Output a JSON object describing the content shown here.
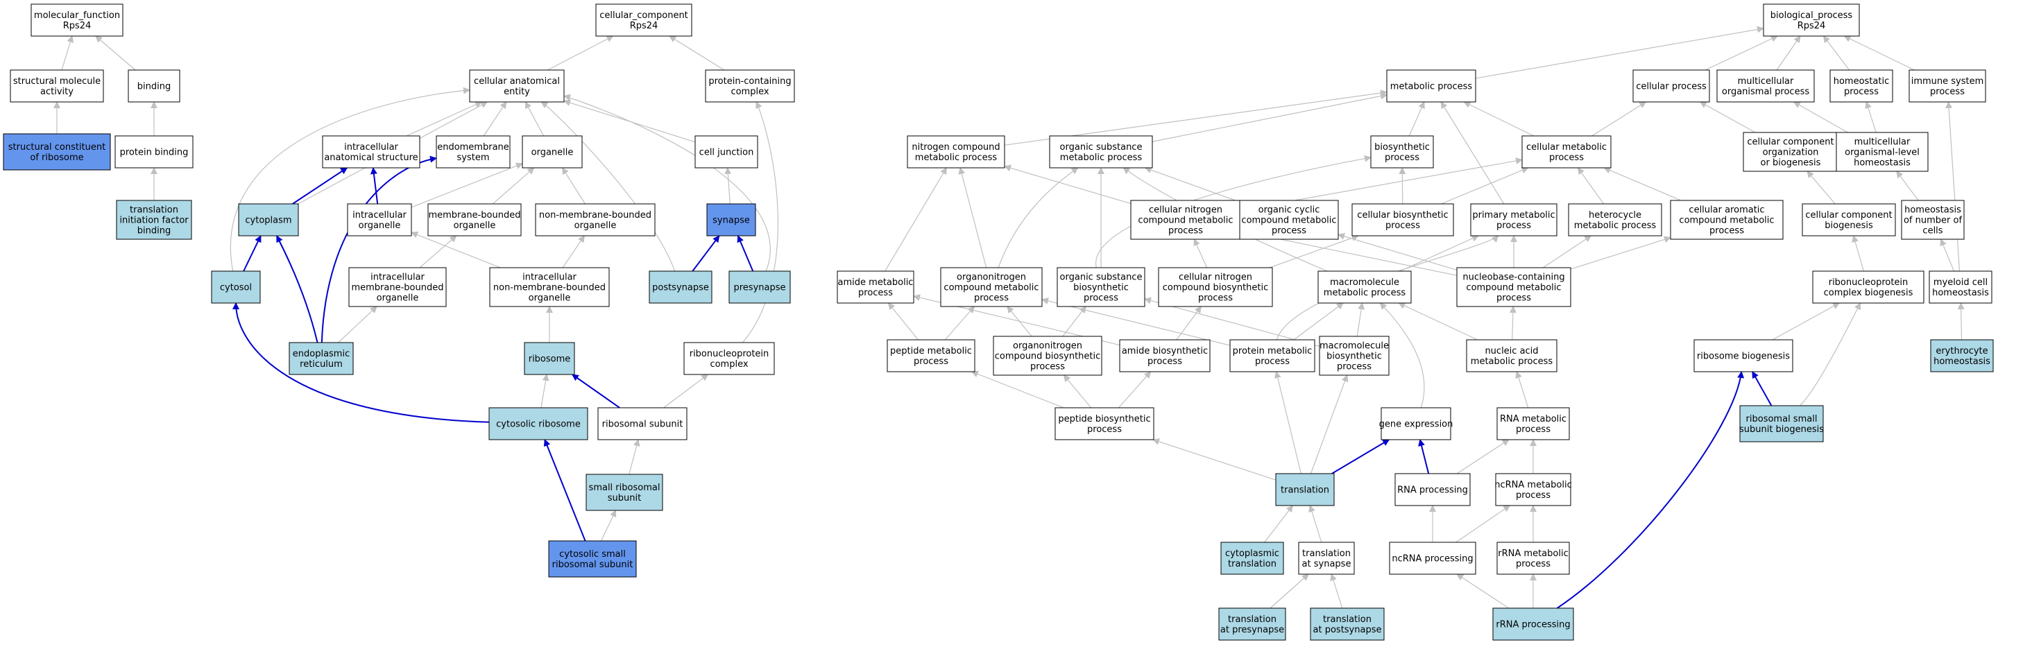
{
  "colors": {
    "node_default": "#ffffff",
    "node_light": "#add8e6",
    "node_dark": "#6495ed",
    "edge_gray": "#c0c0c0",
    "edge_blue": "#0000cd",
    "border": "#000000"
  },
  "nodes": [
    {
      "id": "mf",
      "label": "molecular_function\nRps24",
      "fill": "white"
    },
    {
      "id": "sma",
      "label": "structural molecule\nactivity",
      "fill": "white"
    },
    {
      "id": "binding",
      "label": "binding",
      "fill": "white"
    },
    {
      "id": "scr",
      "label": "structural constituent\nof ribosome",
      "fill": "dark"
    },
    {
      "id": "pb",
      "label": "protein binding",
      "fill": "white"
    },
    {
      "id": "tifb",
      "label": "translation\ninitiation factor\nbinding",
      "fill": "light"
    },
    {
      "id": "cc",
      "label": "cellular_component\nRps24",
      "fill": "white"
    },
    {
      "id": "cae",
      "label": "cellular anatomical\nentity",
      "fill": "white"
    },
    {
      "id": "pcc",
      "label": "protein-containing\ncomplex",
      "fill": "white"
    },
    {
      "id": "ias",
      "label": "intracellular\nanatomical structure",
      "fill": "white"
    },
    {
      "id": "es",
      "label": "endomembrane\nsystem",
      "fill": "white"
    },
    {
      "id": "org",
      "label": "organelle",
      "fill": "white"
    },
    {
      "id": "cj",
      "label": "cell junction",
      "fill": "white"
    },
    {
      "id": "cyto",
      "label": "cytoplasm",
      "fill": "light"
    },
    {
      "id": "io",
      "label": "intracellular\norganelle",
      "fill": "white"
    },
    {
      "id": "mbo",
      "label": "membrane-bounded\norganelle",
      "fill": "white"
    },
    {
      "id": "nmbo",
      "label": "non-membrane-bounded\norganelle",
      "fill": "white"
    },
    {
      "id": "syn",
      "label": "synapse",
      "fill": "dark"
    },
    {
      "id": "cytosol",
      "label": "cytosol",
      "fill": "light"
    },
    {
      "id": "imbo",
      "label": "intracellular\nmembrane-bounded\norganelle",
      "fill": "white"
    },
    {
      "id": "inmbo",
      "label": "intracellular\nnon-membrane-bounded\norganelle",
      "fill": "white"
    },
    {
      "id": "post",
      "label": "postsynapse",
      "fill": "light"
    },
    {
      "id": "pre",
      "label": "presynapse",
      "fill": "light"
    },
    {
      "id": "er",
      "label": "endoplasmic\nreticulum",
      "fill": "light"
    },
    {
      "id": "ribo",
      "label": "ribosome",
      "fill": "light"
    },
    {
      "id": "rnpc",
      "label": "ribonucleoprotein\ncomplex",
      "fill": "white"
    },
    {
      "id": "cribo",
      "label": "cytosolic ribosome",
      "fill": "light"
    },
    {
      "id": "rs",
      "label": "ribosomal subunit",
      "fill": "white"
    },
    {
      "id": "srs",
      "label": "small ribosomal\nsubunit",
      "fill": "light"
    },
    {
      "id": "csrs",
      "label": "cytosolic small\nribosomal subunit",
      "fill": "dark"
    },
    {
      "id": "bp",
      "label": "biological_process\nRps24",
      "fill": "white"
    },
    {
      "id": "mp",
      "label": "metabolic process",
      "fill": "white"
    },
    {
      "id": "cp",
      "label": "cellular process",
      "fill": "white"
    },
    {
      "id": "mop",
      "label": "multicellular\norganismal process",
      "fill": "white"
    },
    {
      "id": "hp",
      "label": "homeostatic\nprocess",
      "fill": "white"
    },
    {
      "id": "isp",
      "label": "immune system\nprocess",
      "fill": "white"
    },
    {
      "id": "ncmp",
      "label": "nitrogen compound\nmetabolic process",
      "fill": "white"
    },
    {
      "id": "osmp",
      "label": "organic substance\nmetabolic process",
      "fill": "white"
    },
    {
      "id": "bsp",
      "label": "biosynthetic\nprocess",
      "fill": "white"
    },
    {
      "id": "cmp",
      "label": "cellular metabolic\nprocess",
      "fill": "white"
    },
    {
      "id": "ccob",
      "label": "cellular component\norganization\nor biogenesis",
      "fill": "white"
    },
    {
      "id": "mlh",
      "label": "multicellular\norganismal-level\nhomeostasis",
      "fill": "white"
    },
    {
      "id": "cncmp",
      "label": "cellular nitrogen\ncompound metabolic\nprocess",
      "fill": "white"
    },
    {
      "id": "occmp",
      "label": "organic cyclic\ncompound metabolic\nprocess",
      "fill": "white"
    },
    {
      "id": "cbp",
      "label": "cellular biosynthetic\nprocess",
      "fill": "white"
    },
    {
      "id": "pmp",
      "label": "primary metabolic\nprocess",
      "fill": "white"
    },
    {
      "id": "hmp",
      "label": "heterocycle\nmetabolic process",
      "fill": "white"
    },
    {
      "id": "cacmp",
      "label": "cellular aromatic\ncompound metabolic\nprocess",
      "fill": "white"
    },
    {
      "id": "ccb",
      "label": "cellular component\nbiogenesis",
      "fill": "white"
    },
    {
      "id": "hnc",
      "label": "homeostasis\nof number of\ncells",
      "fill": "white"
    },
    {
      "id": "amp",
      "label": "amide metabolic\nprocess",
      "fill": "white"
    },
    {
      "id": "ocmp",
      "label": "organonitrogen\ncompound metabolic\nprocess",
      "fill": "white"
    },
    {
      "id": "osbp",
      "label": "organic substance\nbiosynthetic\nprocess",
      "fill": "white"
    },
    {
      "id": "cncbp",
      "label": "cellular nitrogen\ncompound biosynthetic\nprocess",
      "fill": "white"
    },
    {
      "id": "mmp",
      "label": "macromolecule\nmetabolic process",
      "fill": "white"
    },
    {
      "id": "ncocmp",
      "label": "nucleobase-containing\ncompound metabolic\nprocess",
      "fill": "white"
    },
    {
      "id": "rnpcb",
      "label": "ribonucleoprotein\ncomplex biogenesis",
      "fill": "white"
    },
    {
      "id": "mch",
      "label": "myeloid cell\nhomeostasis",
      "fill": "white"
    },
    {
      "id": "pepmp",
      "label": "peptide metabolic\nprocess",
      "fill": "white"
    },
    {
      "id": "ocbp",
      "label": "organonitrogen\ncompound biosynthetic\nprocess",
      "fill": "white"
    },
    {
      "id": "abp",
      "label": "amide biosynthetic\nprocess",
      "fill": "white"
    },
    {
      "id": "protmp",
      "label": "protein metabolic\nprocess",
      "fill": "white"
    },
    {
      "id": "mbp",
      "label": "macromolecule\nbiosynthetic\nprocess",
      "fill": "white"
    },
    {
      "id": "nacmp",
      "label": "nucleic acid\nmetabolic process",
      "fill": "white"
    },
    {
      "id": "rb",
      "label": "ribosome biogenesis",
      "fill": "white"
    },
    {
      "id": "eh",
      "label": "erythrocyte\nhomeostasis",
      "fill": "light"
    },
    {
      "id": "pbp",
      "label": "peptide biosynthetic\nprocess",
      "fill": "white"
    },
    {
      "id": "ge",
      "label": "gene expression",
      "fill": "white"
    },
    {
      "id": "rmp",
      "label": "RNA metabolic\nprocess",
      "fill": "white"
    },
    {
      "id": "rssb",
      "label": "ribosomal small\nsubunit biogenesis",
      "fill": "light"
    },
    {
      "id": "trans",
      "label": "translation",
      "fill": "light"
    },
    {
      "id": "rp",
      "label": "RNA processing",
      "fill": "white"
    },
    {
      "id": "ncrmp",
      "label": "ncRNA metabolic\nprocess",
      "fill": "white"
    },
    {
      "id": "ct",
      "label": "cytoplasmic\ntranslation",
      "fill": "light"
    },
    {
      "id": "tas",
      "label": "translation\nat synapse",
      "fill": "white"
    },
    {
      "id": "ncrp",
      "label": "ncRNA processing",
      "fill": "white"
    },
    {
      "id": "rrmp",
      "label": "rRNA metabolic\nprocess",
      "fill": "white"
    },
    {
      "id": "tapre",
      "label": "translation\nat presynapse",
      "fill": "light"
    },
    {
      "id": "tapost",
      "label": "translation\nat postsynapse",
      "fill": "light"
    },
    {
      "id": "rrp",
      "label": "rRNA processing",
      "fill": "light"
    }
  ],
  "edges": [
    {
      "from": "sma",
      "to": "mf",
      "color": "gray"
    },
    {
      "from": "binding",
      "to": "mf",
      "color": "gray"
    },
    {
      "from": "scr",
      "to": "sma",
      "color": "gray"
    },
    {
      "from": "pb",
      "to": "binding",
      "color": "gray"
    },
    {
      "from": "tifb",
      "to": "pb",
      "color": "gray"
    },
    {
      "from": "cae",
      "to": "cc",
      "color": "gray"
    },
    {
      "from": "pcc",
      "to": "cc",
      "color": "gray"
    },
    {
      "from": "ias",
      "to": "cae",
      "color": "gray"
    },
    {
      "from": "es",
      "to": "cae",
      "color": "gray"
    },
    {
      "from": "org",
      "to": "cae",
      "color": "gray"
    },
    {
      "from": "cj",
      "to": "cae",
      "color": "gray"
    },
    {
      "from": "cyto",
      "to": "cae",
      "color": "gray"
    },
    {
      "from": "cytosol",
      "to": "cae",
      "color": "gray"
    },
    {
      "from": "post",
      "to": "cae",
      "color": "gray"
    },
    {
      "from": "pre",
      "to": "cae",
      "color": "gray"
    },
    {
      "from": "rnpc",
      "to": "pcc",
      "color": "gray"
    },
    {
      "from": "io",
      "to": "org",
      "color": "gray"
    },
    {
      "from": "mbo",
      "to": "org",
      "color": "gray"
    },
    {
      "from": "nmbo",
      "to": "org",
      "color": "gray"
    },
    {
      "from": "syn",
      "to": "cj",
      "color": "gray"
    },
    {
      "from": "imbo",
      "to": "mbo",
      "color": "gray"
    },
    {
      "from": "inmbo",
      "to": "io",
      "color": "gray"
    },
    {
      "from": "inmbo",
      "to": "nmbo",
      "color": "gray"
    },
    {
      "from": "er",
      "to": "imbo",
      "color": "gray"
    },
    {
      "from": "ribo",
      "to": "inmbo",
      "color": "gray"
    },
    {
      "from": "cribo",
      "to": "ribo",
      "color": "gray"
    },
    {
      "from": "rs",
      "to": "rnpc",
      "color": "gray"
    },
    {
      "from": "srs",
      "to": "rs",
      "color": "gray"
    },
    {
      "from": "csrs",
      "to": "srs",
      "color": "gray"
    },
    {
      "from": "cyto",
      "to": "ias",
      "color": "blue"
    },
    {
      "from": "io",
      "to": "ias",
      "color": "blue"
    },
    {
      "from": "cytosol",
      "to": "cyto",
      "color": "blue"
    },
    {
      "from": "er",
      "to": "cyto",
      "color": "blue"
    },
    {
      "from": "er",
      "to": "es",
      "color": "blue"
    },
    {
      "from": "post",
      "to": "syn",
      "color": "blue"
    },
    {
      "from": "pre",
      "to": "syn",
      "color": "blue"
    },
    {
      "from": "cribo",
      "to": "cytosol",
      "color": "blue"
    },
    {
      "from": "rs",
      "to": "ribo",
      "color": "blue"
    },
    {
      "from": "csrs",
      "to": "cribo",
      "color": "blue"
    },
    {
      "from": "mp",
      "to": "bp",
      "color": "gray"
    },
    {
      "from": "cp",
      "to": "bp",
      "color": "gray"
    },
    {
      "from": "mop",
      "to": "bp",
      "color": "gray"
    },
    {
      "from": "hp",
      "to": "bp",
      "color": "gray"
    },
    {
      "from": "isp",
      "to": "bp",
      "color": "gray"
    },
    {
      "from": "ncmp",
      "to": "mp",
      "color": "gray"
    },
    {
      "from": "osmp",
      "to": "mp",
      "color": "gray"
    },
    {
      "from": "bsp",
      "to": "mp",
      "color": "gray"
    },
    {
      "from": "cmp",
      "to": "mp",
      "color": "gray"
    },
    {
      "from": "pmp",
      "to": "mp",
      "color": "gray"
    },
    {
      "from": "cmp",
      "to": "cp",
      "color": "gray"
    },
    {
      "from": "ccob",
      "to": "cp",
      "color": "gray"
    },
    {
      "from": "mlh",
      "to": "mop",
      "color": "gray"
    },
    {
      "from": "mlh",
      "to": "hp",
      "color": "gray"
    },
    {
      "from": "cncmp",
      "to": "cmp",
      "color": "gray"
    },
    {
      "from": "cncmp",
      "to": "ncmp",
      "color": "gray"
    },
    {
      "from": "occmp",
      "to": "osmp",
      "color": "gray"
    },
    {
      "from": "cbp",
      "to": "bsp",
      "color": "gray"
    },
    {
      "from": "cbp",
      "to": "cmp",
      "color": "gray"
    },
    {
      "from": "hmp",
      "to": "cmp",
      "color": "gray"
    },
    {
      "from": "cacmp",
      "to": "cmp",
      "color": "gray"
    },
    {
      "from": "ccb",
      "to": "ccob",
      "color": "gray"
    },
    {
      "from": "hnc",
      "to": "mlh",
      "color": "gray"
    },
    {
      "from": "amp",
      "to": "ncmp",
      "color": "gray"
    },
    {
      "from": "ocmp",
      "to": "ncmp",
      "color": "gray"
    },
    {
      "from": "ocmp",
      "to": "osmp",
      "color": "gray"
    },
    {
      "from": "osbp",
      "to": "osmp",
      "color": "gray"
    },
    {
      "from": "osbp",
      "to": "bsp",
      "color": "gray"
    },
    {
      "from": "cncbp",
      "to": "cncmp",
      "color": "gray"
    },
    {
      "from": "cncbp",
      "to": "cbp",
      "color": "gray"
    },
    {
      "from": "mmp",
      "to": "osmp",
      "color": "gray"
    },
    {
      "from": "mmp",
      "to": "pmp",
      "color": "gray"
    },
    {
      "from": "ncocmp",
      "to": "cncmp",
      "color": "gray"
    },
    {
      "from": "ncocmp",
      "to": "occmp",
      "color": "gray"
    },
    {
      "from": "ncocmp",
      "to": "hmp",
      "color": "gray"
    },
    {
      "from": "ncocmp",
      "to": "cacmp",
      "color": "gray"
    },
    {
      "from": "ncocmp",
      "to": "pmp",
      "color": "gray"
    },
    {
      "from": "rnpcb",
      "to": "ccb",
      "color": "gray"
    },
    {
      "from": "mch",
      "to": "hnc",
      "color": "gray"
    },
    {
      "from": "mch",
      "to": "isp",
      "color": "gray"
    },
    {
      "from": "pepmp",
      "to": "amp",
      "color": "gray"
    },
    {
      "from": "pepmp",
      "to": "ocmp",
      "color": "gray"
    },
    {
      "from": "ocbp",
      "to": "ocmp",
      "color": "gray"
    },
    {
      "from": "ocbp",
      "to": "osbp",
      "color": "gray"
    },
    {
      "from": "abp",
      "to": "amp",
      "color": "gray"
    },
    {
      "from": "abp",
      "to": "cncbp",
      "color": "gray"
    },
    {
      "from": "protmp",
      "to": "mmp",
      "color": "gray"
    },
    {
      "from": "protmp",
      "to": "ocmp",
      "color": "gray"
    },
    {
      "from": "protmp",
      "to": "pmp",
      "color": "gray"
    },
    {
      "from": "mbp",
      "to": "mmp",
      "color": "gray"
    },
    {
      "from": "mbp",
      "to": "osbp",
      "color": "gray"
    },
    {
      "from": "nacmp",
      "to": "mmp",
      "color": "gray"
    },
    {
      "from": "nacmp",
      "to": "ncocmp",
      "color": "gray"
    },
    {
      "from": "rb",
      "to": "rnpcb",
      "color": "gray"
    },
    {
      "from": "eh",
      "to": "mch",
      "color": "gray"
    },
    {
      "from": "pbp",
      "to": "pepmp",
      "color": "gray"
    },
    {
      "from": "pbp",
      "to": "ocbp",
      "color": "gray"
    },
    {
      "from": "pbp",
      "to": "abp",
      "color": "gray"
    },
    {
      "from": "ge",
      "to": "mmp",
      "color": "gray"
    },
    {
      "from": "rmp",
      "to": "nacmp",
      "color": "gray"
    },
    {
      "from": "rssb",
      "to": "rnpcb",
      "color": "gray"
    },
    {
      "from": "trans",
      "to": "pbp",
      "color": "gray"
    },
    {
      "from": "trans",
      "to": "protmp",
      "color": "gray"
    },
    {
      "from": "trans",
      "to": "mbp",
      "color": "gray"
    },
    {
      "from": "rp",
      "to": "rmp",
      "color": "gray"
    },
    {
      "from": "ncrmp",
      "to": "rmp",
      "color": "gray"
    },
    {
      "from": "ct",
      "to": "trans",
      "color": "gray"
    },
    {
      "from": "tas",
      "to": "trans",
      "color": "gray"
    },
    {
      "from": "ncrp",
      "to": "rp",
      "color": "gray"
    },
    {
      "from": "ncrp",
      "to": "ncrmp",
      "color": "gray"
    },
    {
      "from": "rrmp",
      "to": "ncrmp",
      "color": "gray"
    },
    {
      "from": "tapre",
      "to": "tas",
      "color": "gray"
    },
    {
      "from": "tapost",
      "to": "tas",
      "color": "gray"
    },
    {
      "from": "rrp",
      "to": "ncrp",
      "color": "gray"
    },
    {
      "from": "rrp",
      "to": "rrmp",
      "color": "gray"
    },
    {
      "from": "trans",
      "to": "ge",
      "color": "blue"
    },
    {
      "from": "rp",
      "to": "ge",
      "color": "blue"
    },
    {
      "from": "rssb",
      "to": "rb",
      "color": "blue"
    },
    {
      "from": "rrp",
      "to": "rb",
      "color": "blue"
    }
  ]
}
